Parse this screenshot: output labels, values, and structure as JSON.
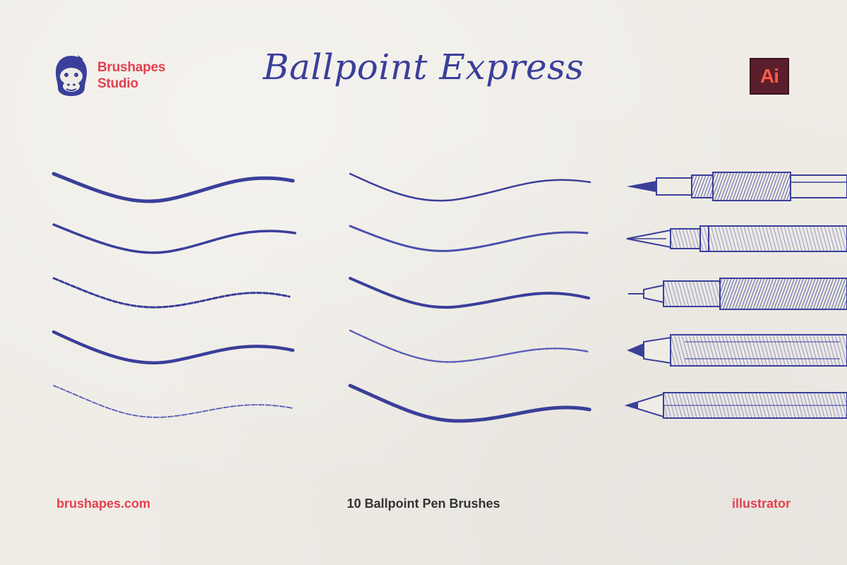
{
  "brand": {
    "name_line1": "Brushapes",
    "name_line2": "Studio",
    "logo_icon": "gorilla-head-icon",
    "color": "#e5404e"
  },
  "title": "Ballpoint Express",
  "badge": {
    "label": "Ai",
    "icon": "adobe-illustrator-icon",
    "bg_color": "#5b1f2b",
    "text_color": "#ff5a4a"
  },
  "ink_color": "#3a3f9a",
  "brush_strokes": [
    "stroke-1",
    "stroke-2",
    "stroke-3",
    "stroke-4",
    "stroke-5",
    "stroke-6",
    "stroke-7",
    "stroke-8",
    "stroke-9",
    "stroke-10"
  ],
  "pens": [
    "ballpoint-pen",
    "fountain-pen",
    "technical-pen",
    "fineliner-pen",
    "pencil"
  ],
  "footer": {
    "website": "brushapes.com",
    "product": "10 Ballpoint Pen Brushes",
    "software": "illustrator"
  }
}
